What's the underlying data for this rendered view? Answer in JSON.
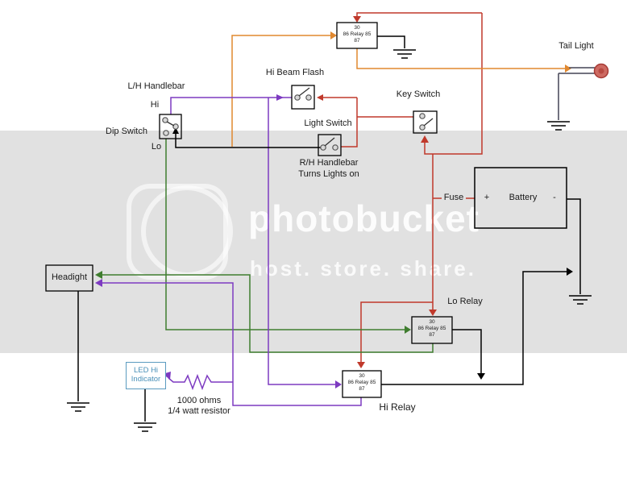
{
  "watermark": {
    "brand": "photobucket",
    "tagline": "host. store. share."
  },
  "colors": {
    "background": "#ffffff",
    "watermark_band": "#e1e1e1",
    "watermark_text": "#f0f0f0",
    "wire_red": "#c0392b",
    "wire_orange": "#e0882f",
    "wire_purple": "#7d3ac1",
    "wire_green": "#3f7d2f",
    "wire_black": "#000000",
    "led_box_blue": "#5b9bc0",
    "tail_lamp_red": "#cd6a62"
  },
  "labels": {
    "tail_light": "Tail Light",
    "lh_handlebar": "L/H Handlebar",
    "hi": "Hi",
    "lo": "Lo",
    "dip_switch": "Dip Switch",
    "hi_beam_flash": "Hi Beam Flash",
    "light_switch": "Light Switch",
    "rh_handlebar_line1": "R/H Handlebar",
    "rh_handlebar_line2": "Turns Lights on",
    "key_switch": "Key Switch",
    "fuse": "Fuse",
    "battery_plus": "+",
    "battery_name": "Battery",
    "battery_minus": "-",
    "lo_relay": "Lo Relay",
    "hi_relay": "Hi Relay",
    "headlight": "Headight",
    "led_line1": "LED Hi",
    "led_line2": "Indicator",
    "resistor_line1": "1000 ohms",
    "resistor_line2": "1/4 watt resistor"
  },
  "relays": {
    "tail": {
      "line1": "30",
      "line2": "86 Relay 85",
      "line3": "87"
    },
    "lo": {
      "line1": "30",
      "line2": "86 Relay 85",
      "line3": "87"
    },
    "hi": {
      "line1": "30",
      "line2": "86 Relay 85",
      "line3": "87"
    }
  }
}
